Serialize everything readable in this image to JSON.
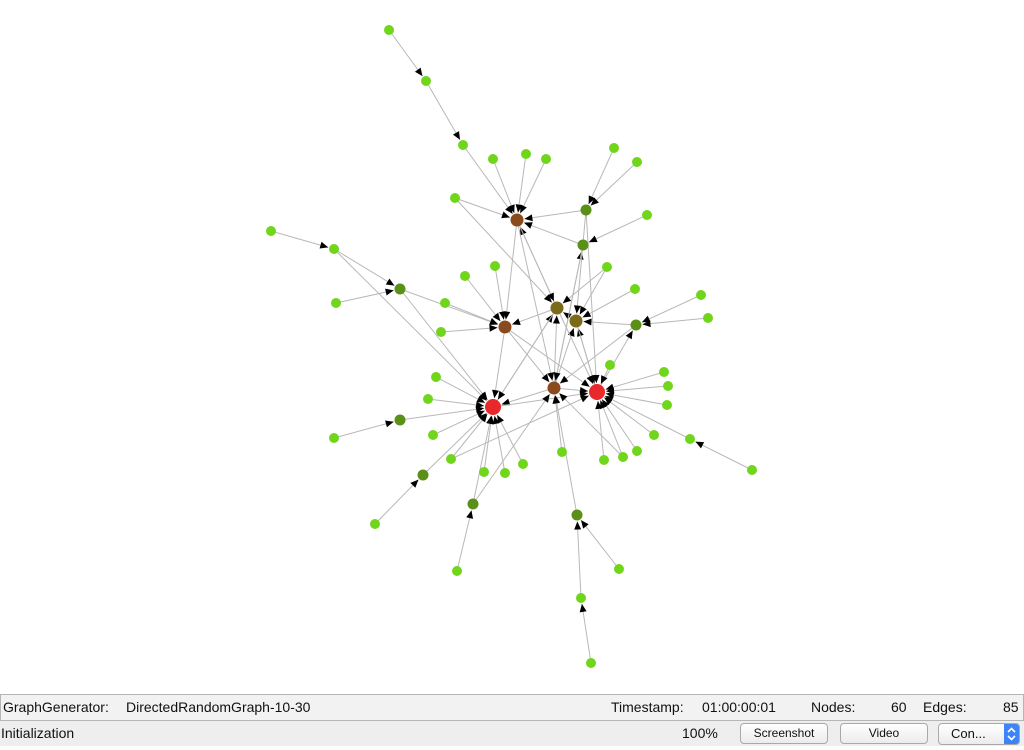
{
  "info_bar": {
    "generator_label": "GraphGenerator:",
    "generator_value": "DirectedRandomGraph-10-30",
    "timestamp_label": "Timestamp:",
    "timestamp_value": "01:00:00:01",
    "nodes_label": "Nodes:",
    "nodes_value": "60",
    "edges_label": "Edges:",
    "edges_value": "85"
  },
  "status_bar": {
    "status_text": "Initialization",
    "zoom": "100%",
    "screenshot_label": "Screenshot",
    "video_label": "Video",
    "select_value": "Con..."
  },
  "graph": {
    "colors": {
      "leaf": "#6fd61c",
      "low": "#5a8f18",
      "mid": "#7a6a1a",
      "high": "#8a4a1e",
      "hub": "#e8282a",
      "edge": "#b8b8b8",
      "arrow": "#000000"
    }
  }
}
